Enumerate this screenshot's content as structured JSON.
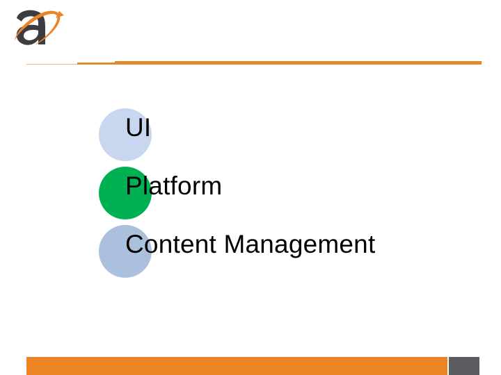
{
  "slide": {
    "background_color": "#ffffff",
    "logo": {
      "icon": "letter-a-swoosh-logo",
      "letter": "a",
      "letter_color": "#3c3c41",
      "swoosh_color": "#ef8127"
    },
    "header_rule": {
      "icon": "horizontal-rule",
      "thin_color": "#e7b475",
      "mid_color": "#e08a2e",
      "thick_color": "#e8862a"
    },
    "bullets": [
      {
        "label": "UI",
        "bullet_icon": "circle-bullet",
        "bullet_color": "#c8d7ef"
      },
      {
        "label": "Platform",
        "bullet_icon": "circle-bullet",
        "bullet_color": "#00b153"
      },
      {
        "label": "Content Management",
        "bullet_icon": "circle-bullet",
        "bullet_color": "#abc0dd"
      }
    ],
    "footer": {
      "bar_color": "#ec8423",
      "square_color": "#5b5d60"
    }
  }
}
